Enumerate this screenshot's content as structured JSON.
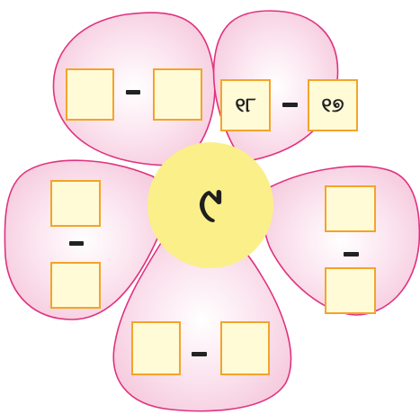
{
  "center": {
    "numeral": "୯"
  },
  "petals": {
    "top_left": {
      "left": "",
      "right": ""
    },
    "top_right": {
      "left": "୧୮",
      "right": "୧୭"
    },
    "left": {
      "top": "",
      "bottom": ""
    },
    "right": {
      "top": "",
      "bottom": ""
    },
    "bottom": {
      "left": "",
      "right": ""
    }
  },
  "colors": {
    "petal_fill": "#f8d4e3",
    "petal_stroke": "#e0327f",
    "center_fill": "#fbef8a",
    "box_border": "#f3a42a",
    "box_fill": "#fffbd6"
  }
}
